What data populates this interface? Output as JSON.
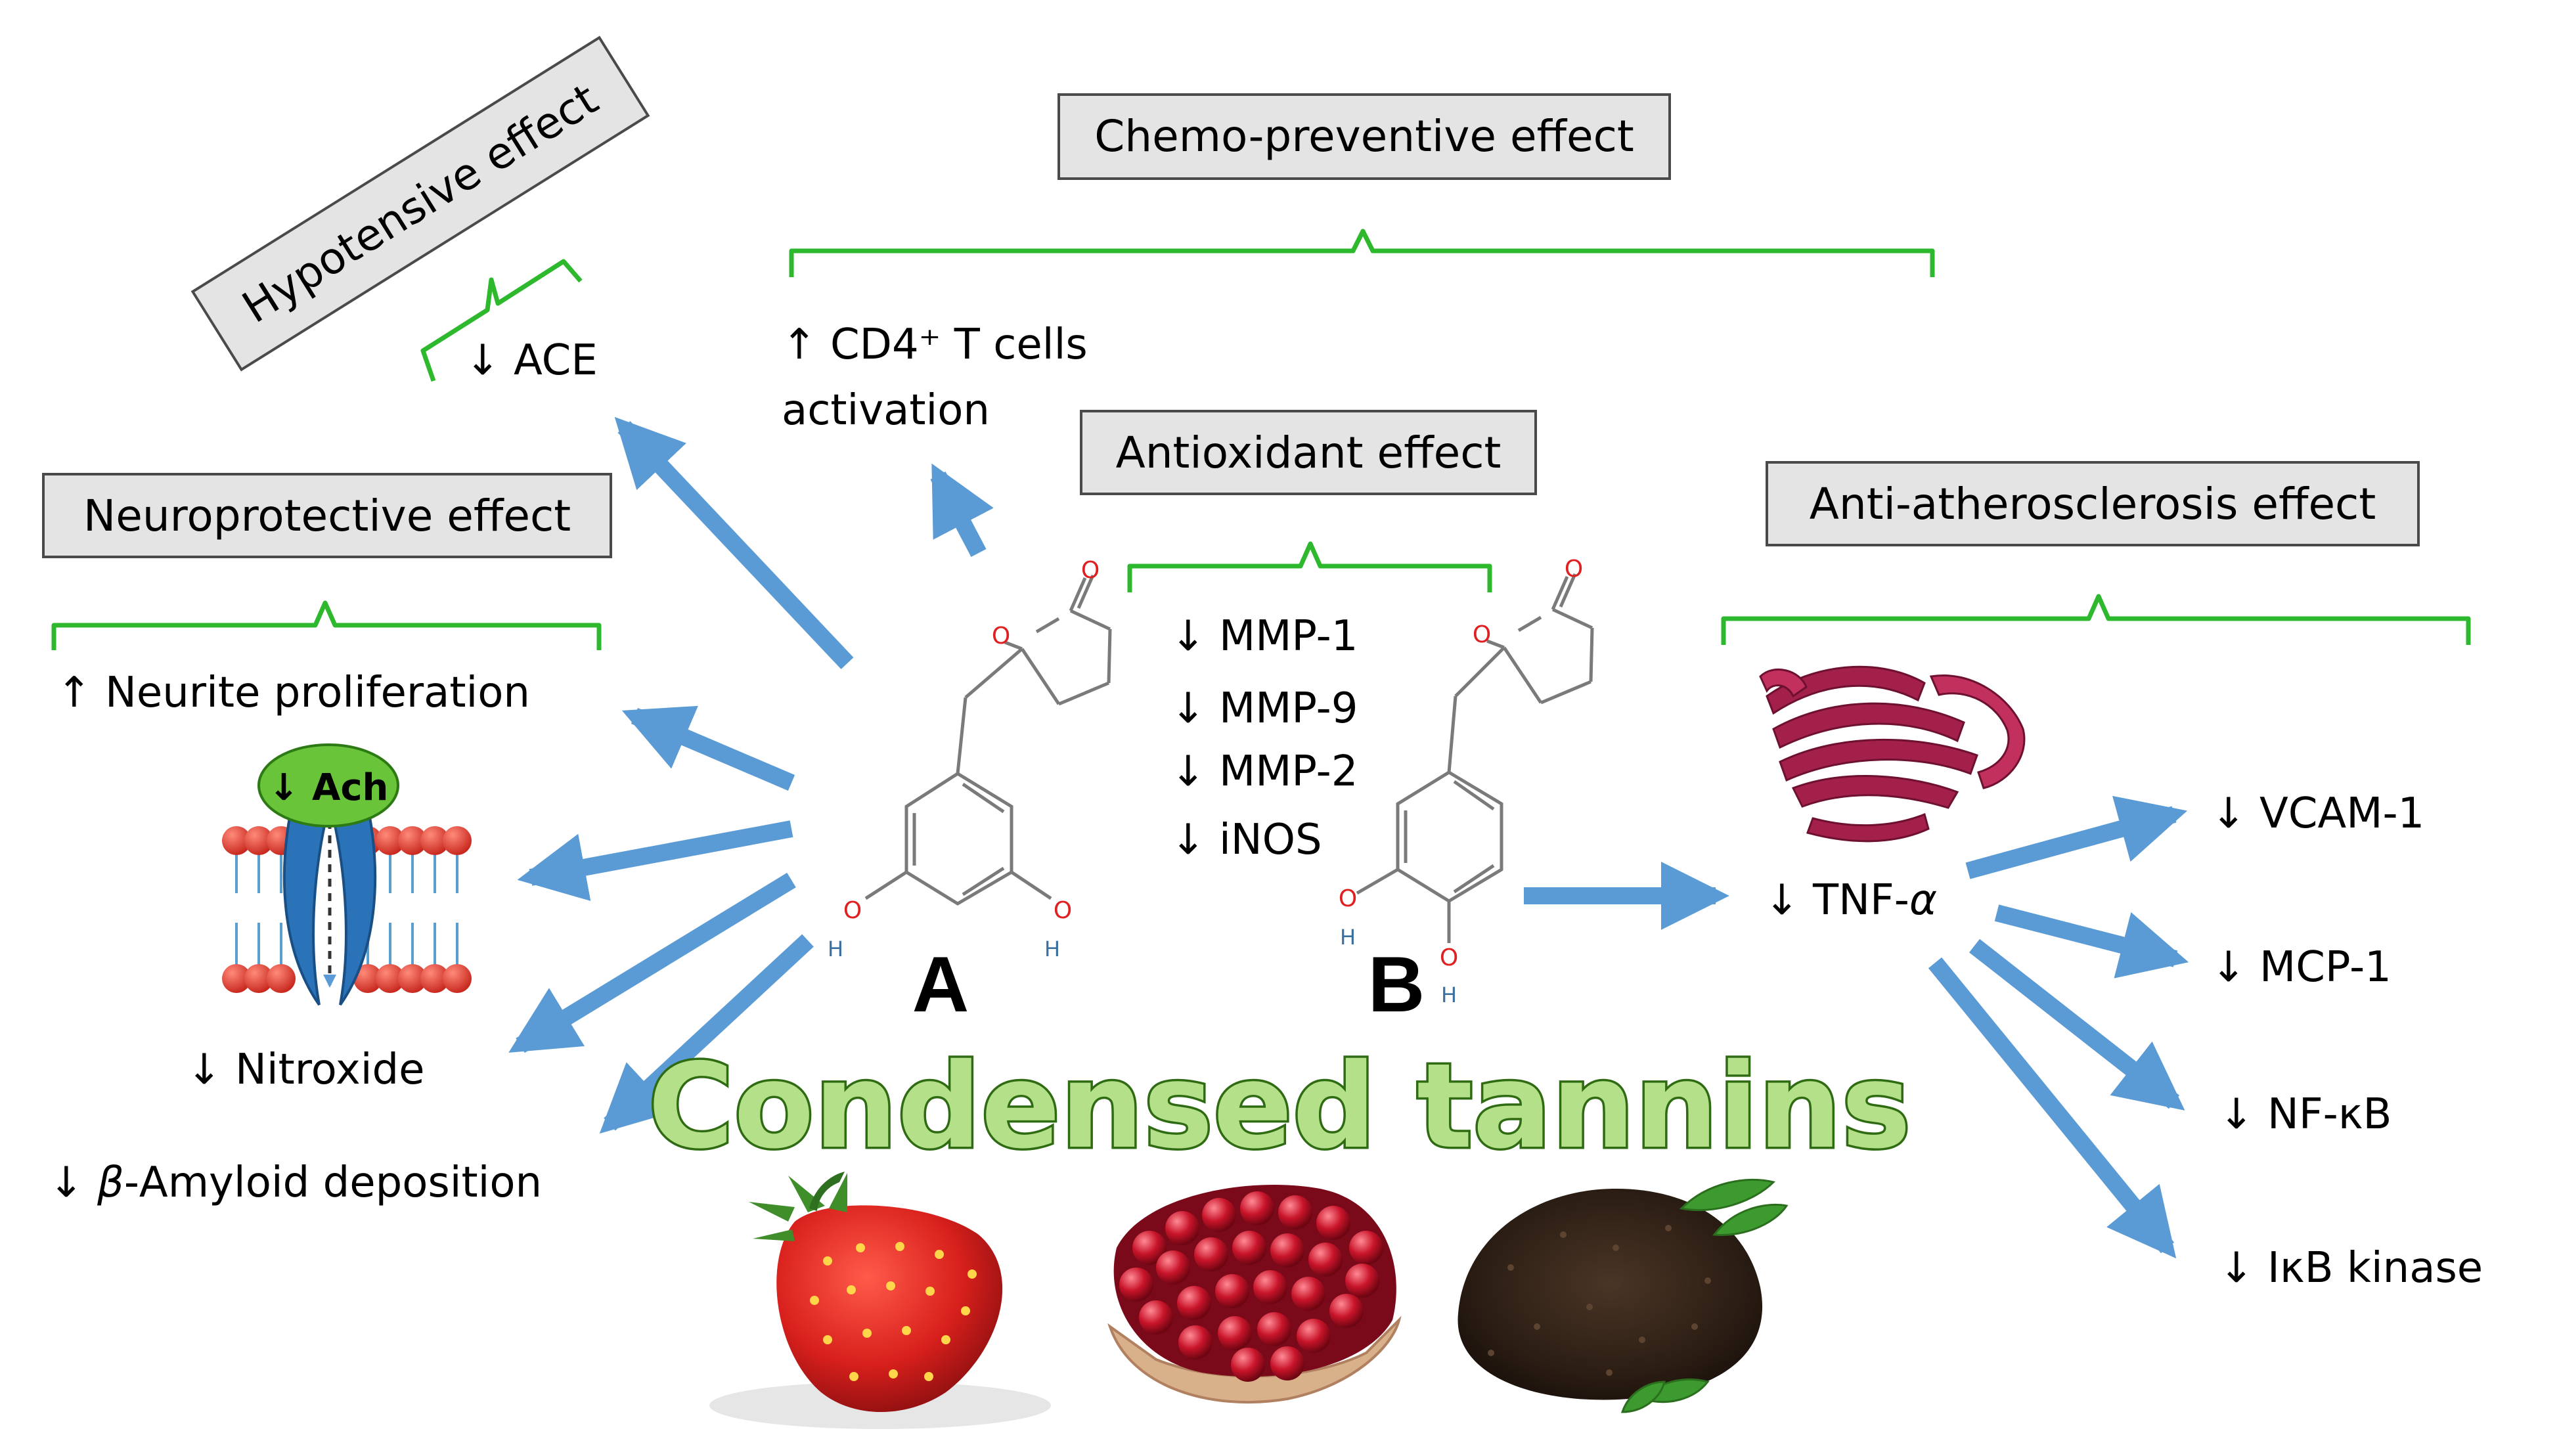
{
  "boxes": {
    "hypotensive": "Hypotensive effect",
    "chemo": "Chemo-preventive effect",
    "antioxidant": "Antioxidant effect",
    "neuro": "Neuroprotective effect",
    "athero": "Anti-atherosclerosis effect"
  },
  "labels": {
    "ace": "↓ ACE",
    "cd4": "↑ CD4⁺ T cells",
    "cd4_line2": "activation",
    "mmp1": "↓ MMP-1",
    "mmp9": "↓ MMP-9",
    "mmp2": "↓ MMP-2",
    "inos": "↓ iNOS",
    "neurite": "↑ Neurite proliferation",
    "ach": "↓ Ach",
    "nitroxide": "↓ Nitroxide",
    "amyloid_arrow": "↓ ",
    "amyloid_beta": "β",
    "amyloid_rest": "-Amyloid deposition",
    "tnf": "↓ TNF-",
    "tnf_alpha": "α",
    "vcam": "↓ VCAM-1",
    "mcp": "↓ MCP-1",
    "nfkb": "↓ NF-κB",
    "ikb": "↓ IκB kinase"
  },
  "molecules": {
    "a_letter": "A",
    "b_letter": "B",
    "atom_o": "O",
    "atom_h": "H"
  },
  "title": "Condensed tannins",
  "colors": {
    "arrow": "#5b9bd5",
    "bracket": "#2eb82e",
    "box_fill": "#e4e4e4",
    "box_stroke": "#4a4a4a",
    "title_fill": "#b5e08a",
    "title_stroke": "#2f6b12",
    "oxygen": "#e02020",
    "hydrogen": "#3a6f9f",
    "ach_bubble": "#6ac43a",
    "membrane_head": "#e0453a",
    "channel": "#2a73b8",
    "protein": "#a3204a"
  },
  "icons": [
    "membrane-channel-icon",
    "protein-structure-icon",
    "strawberry-image",
    "pomegranate-image",
    "tea-image"
  ]
}
